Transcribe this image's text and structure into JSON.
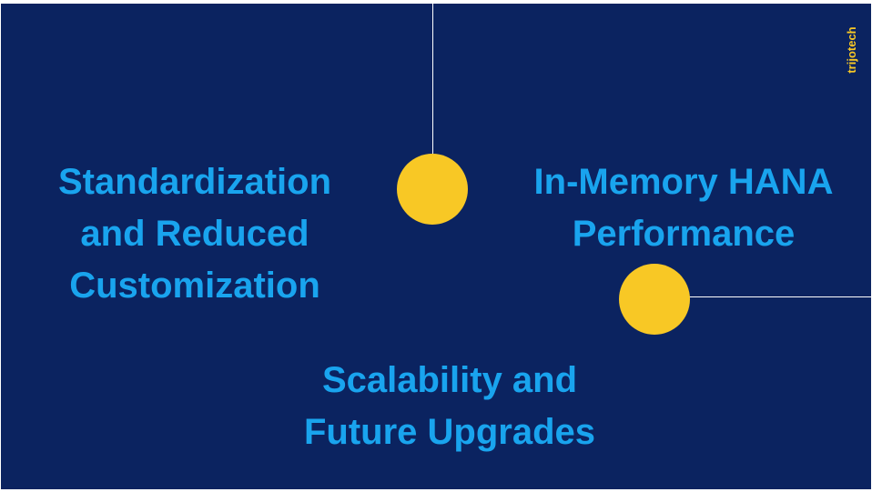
{
  "slide": {
    "points": {
      "left_line1": "Standardization",
      "left_line2": "and Reduced",
      "left_line3": "Customization",
      "right_line1": "In-Memory HANA",
      "right_line2": "Performance",
      "bottom_line1": "Scalability and",
      "bottom_line2": "Future Upgrades"
    },
    "brand": "trijotech",
    "colors": {
      "background": "#0b2360",
      "headline": "#19a4ee",
      "accent": "#f8c825",
      "connector": "#ffffff"
    }
  }
}
